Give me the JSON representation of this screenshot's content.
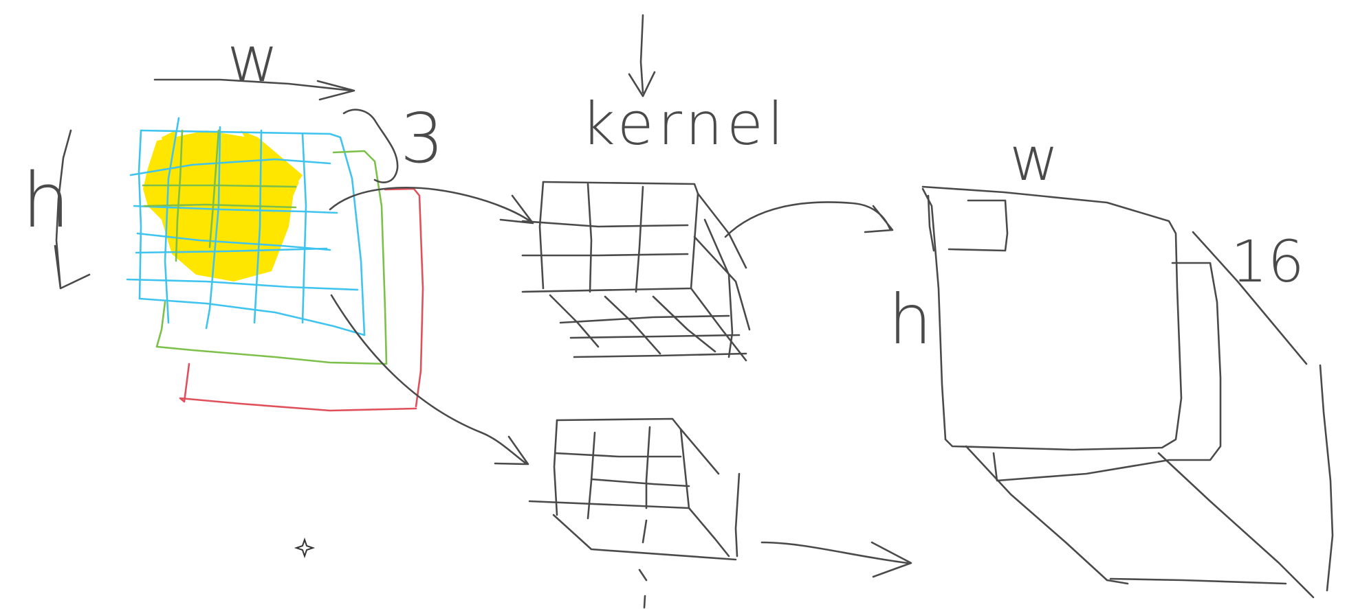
{
  "labels": {
    "input_width": "w",
    "input_height": "h",
    "input_channels": "3",
    "kernel": "kernel",
    "output_width": "w",
    "output_height": "h",
    "output_depth": "16"
  },
  "colors": {
    "ink": "#4a4a4a",
    "grid_blue": "#3fc3ef",
    "layer_green": "#7cc04a",
    "layer_red": "#e0505a",
    "highlight_yellow": "#ffe600"
  },
  "icons": {
    "cursor": "four-point-star-cursor-icon"
  }
}
